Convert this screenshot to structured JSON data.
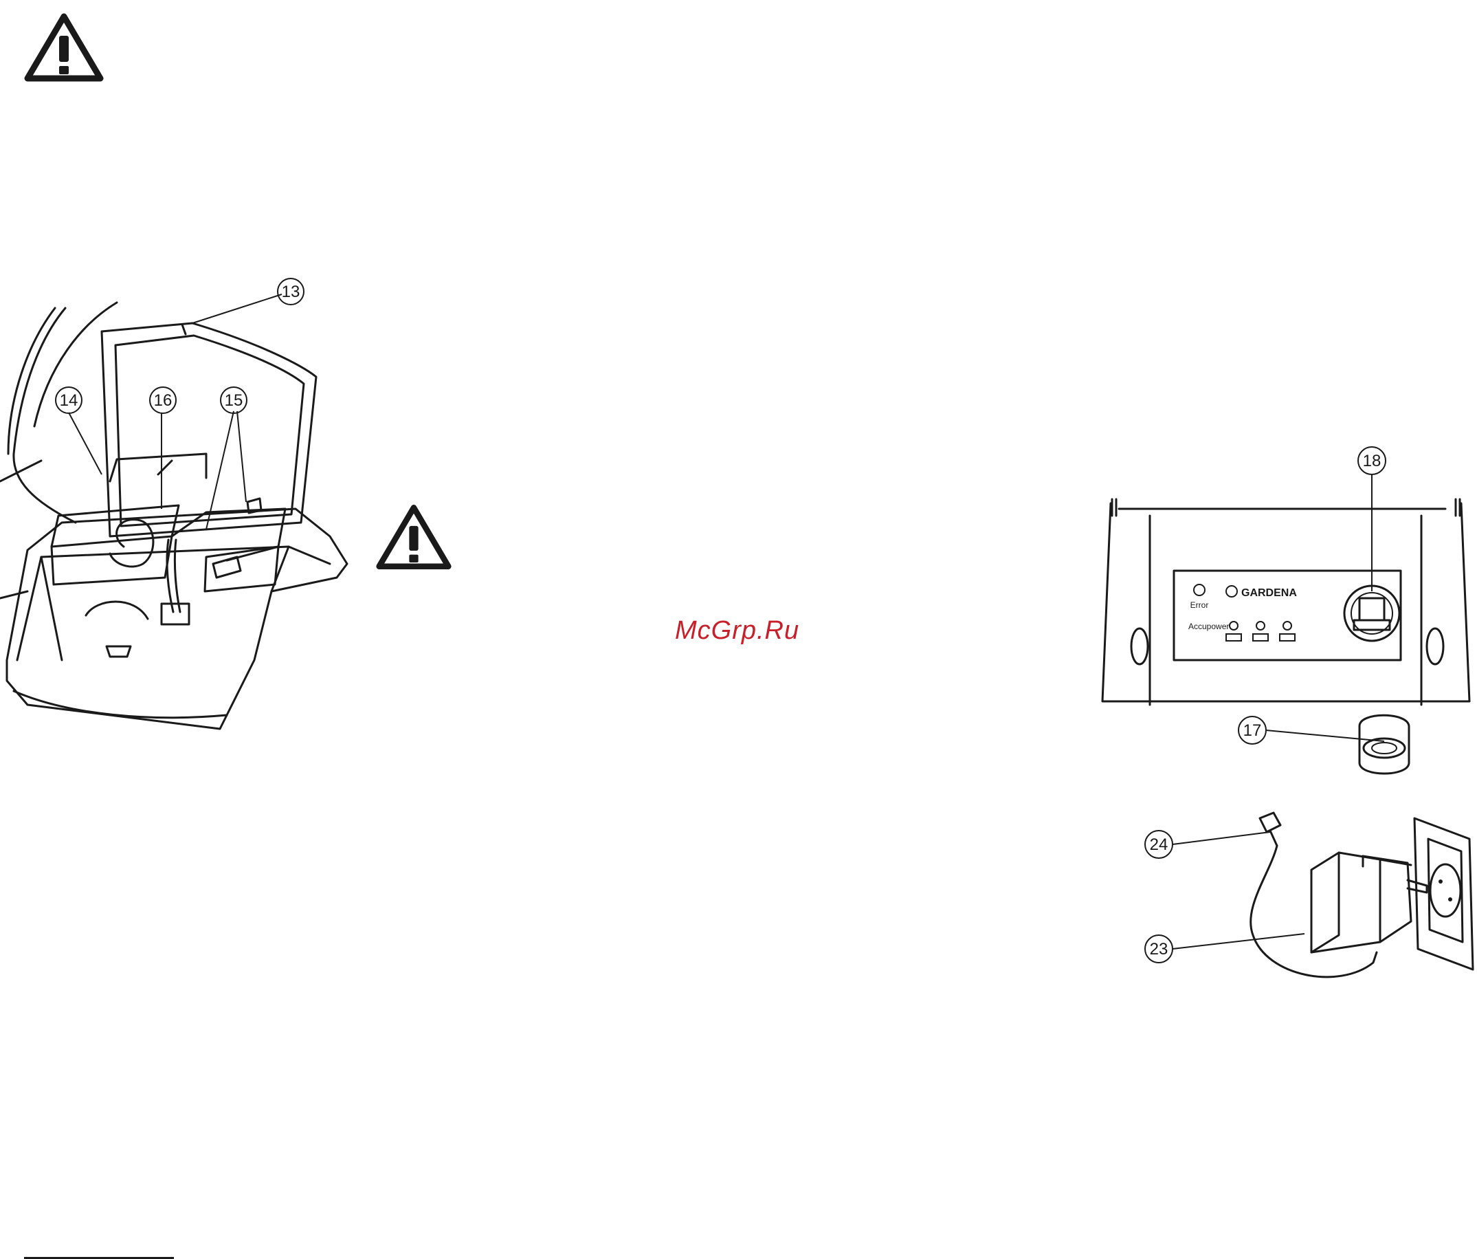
{
  "watermark": {
    "text": "McGrp.Ru",
    "color": "#c8202a"
  },
  "callouts": {
    "c13": "13",
    "c14": "14",
    "c15": "15",
    "c16": "16",
    "c17": "17",
    "c18": "18",
    "c23": "23",
    "c24": "24"
  },
  "charger_panel": {
    "error_label": "Error",
    "brand": "GARDENA",
    "accupower_label": "Accupower"
  },
  "icons": [
    "warning-triangle-icon",
    "warning-triangle-icon"
  ]
}
